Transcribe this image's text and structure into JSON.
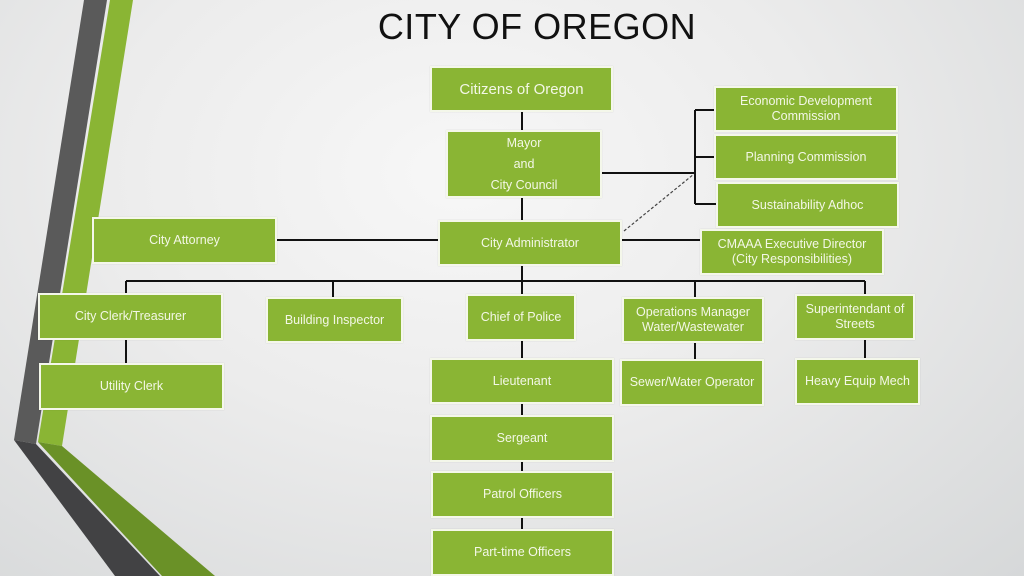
{
  "title": "CITY OF OREGON",
  "colors": {
    "box_fill": "#8ab534",
    "box_border": "#f4f7ea",
    "box_text": "#f3f7e6",
    "connector": "#111111",
    "stripe_dark": "#555555",
    "stripe_green": "#8ab534",
    "background": "#ececec"
  },
  "nodes": {
    "citizens": "Citizens of Oregon",
    "mayor": "Mayor\nand\nCity Council",
    "economic_dev": "Economic Development\nCommission",
    "planning": "Planning Commission",
    "sustainability": "Sustainability Adhoc",
    "city_attorney": "City Attorney",
    "city_administrator": "City Administrator",
    "cmaaa": "CMAAA Executive Director\n(City Responsibilities)",
    "city_clerk": "City Clerk/Treasurer",
    "building_inspector": "Building Inspector",
    "chief_police": "Chief of Police",
    "ops_manager": "Operations Manager\nWater/Wastewater",
    "superintendant": "Superintendant of\nStreets",
    "utility_clerk": "Utility Clerk",
    "lieutenant": "Lieutenant",
    "sergeant": "Sergeant",
    "patrol": "Patrol Officers",
    "parttime": "Part-time Officers",
    "sewer_operator": "Sewer/Water Operator",
    "heavy_equip": "Heavy Equip Mech"
  }
}
